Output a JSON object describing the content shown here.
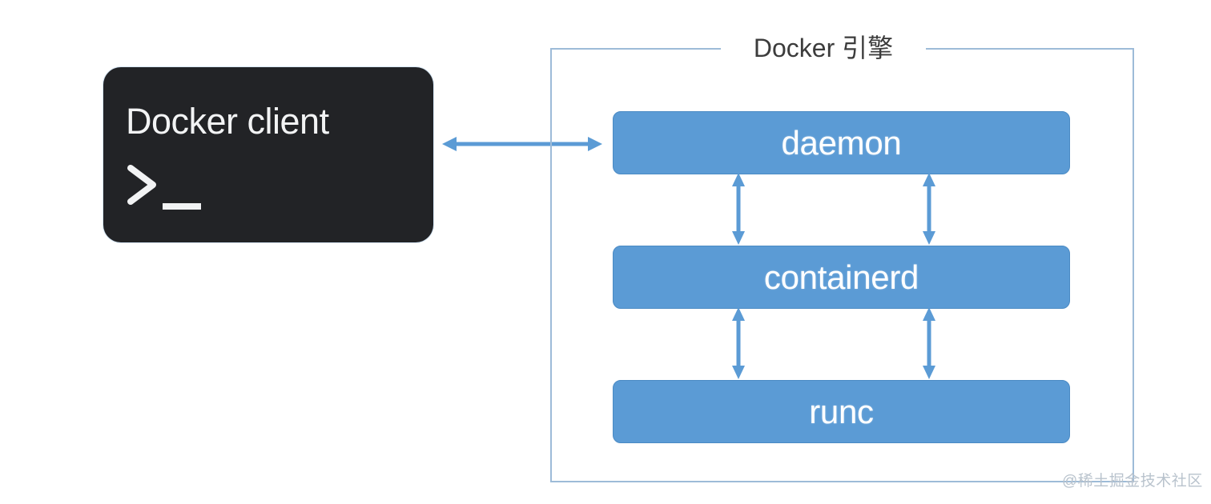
{
  "diagram": {
    "title": "Docker 引擎",
    "client": {
      "label": "Docker client",
      "prompt_icon": "terminal-prompt-icon",
      "prompt_text": ">_"
    },
    "engine": {
      "title": "Docker 引擎",
      "components": [
        {
          "id": "daemon",
          "label": "daemon"
        },
        {
          "id": "containerd",
          "label": "containerd"
        },
        {
          "id": "runc",
          "label": "runc"
        }
      ]
    },
    "connections": [
      {
        "id": "client-daemon",
        "from": "Docker client",
        "to": "daemon",
        "direction": "bidirectional",
        "orientation": "horizontal"
      },
      {
        "id": "daemon-containerd-left",
        "from": "daemon",
        "to": "containerd",
        "direction": "bidirectional",
        "orientation": "vertical"
      },
      {
        "id": "daemon-containerd-right",
        "from": "daemon",
        "to": "containerd",
        "direction": "bidirectional",
        "orientation": "vertical"
      },
      {
        "id": "containerd-runc-left",
        "from": "containerd",
        "to": "runc",
        "direction": "bidirectional",
        "orientation": "vertical"
      },
      {
        "id": "containerd-runc-right",
        "from": "containerd",
        "to": "runc",
        "direction": "bidirectional",
        "orientation": "vertical"
      }
    ],
    "watermark": "@稀土掘金技术社区",
    "colors": {
      "component_fill": "#5B9BD5",
      "component_text": "#FFFFFF",
      "client_fill": "#222326",
      "client_text": "#F2F3F4",
      "frame_border": "#9DBBD8",
      "arrow": "#5B9BD5",
      "title_text": "#3C3C3C",
      "watermark_text": "#B9C3CD",
      "background": "#FFFFFF"
    }
  }
}
